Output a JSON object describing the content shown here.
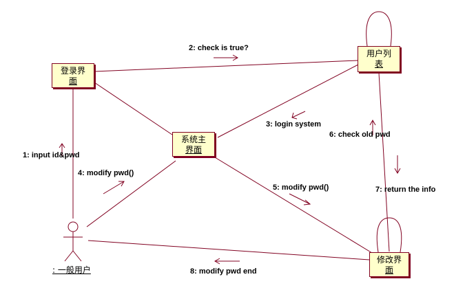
{
  "objects": {
    "login": {
      "line1": "登录界",
      "line2": "面"
    },
    "user_list": {
      "line1": "用户列",
      "line2": "表"
    },
    "system_main": {
      "line1": "系统主",
      "line2": "界面"
    },
    "modify": {
      "line1": "修改界",
      "line2": "面"
    }
  },
  "actor": {
    "label": ": 一般用户"
  },
  "messages": {
    "m1": "1: input id&pwd",
    "m2": "2: check is true?",
    "m3": "3: login system",
    "m4": "4: modify pwd()",
    "m5": "5: modify pwd()",
    "m6": "6: check old pwd",
    "m7": "7: return the info",
    "m8": "8: modify pwd end"
  },
  "colors": {
    "line": "#800020",
    "box_fill": "#ffffcc"
  }
}
